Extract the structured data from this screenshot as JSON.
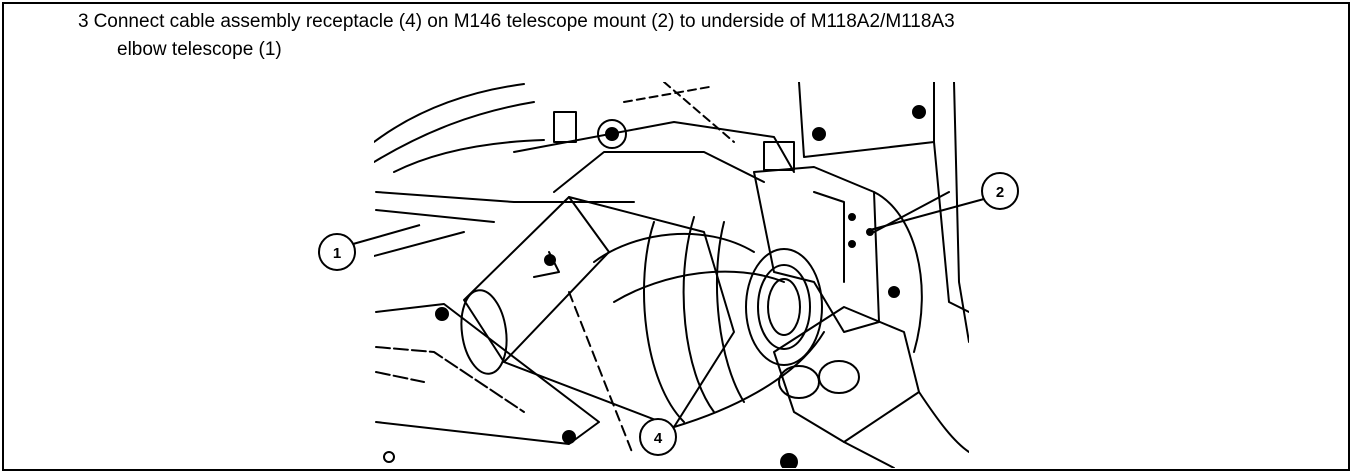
{
  "step": {
    "number": "3",
    "text_line1": "Connect cable assembly receptacle (4) on M146 telescope mount (2) to underside of M118A2/M118A3",
    "text_line2": "elbow telescope (1)"
  },
  "figure": {
    "callouts": [
      {
        "label": "1",
        "part": "elbow-telescope"
      },
      {
        "label": "2",
        "part": "telescope-mount"
      },
      {
        "label": "4",
        "part": "cable-assembly-receptacle"
      }
    ]
  }
}
